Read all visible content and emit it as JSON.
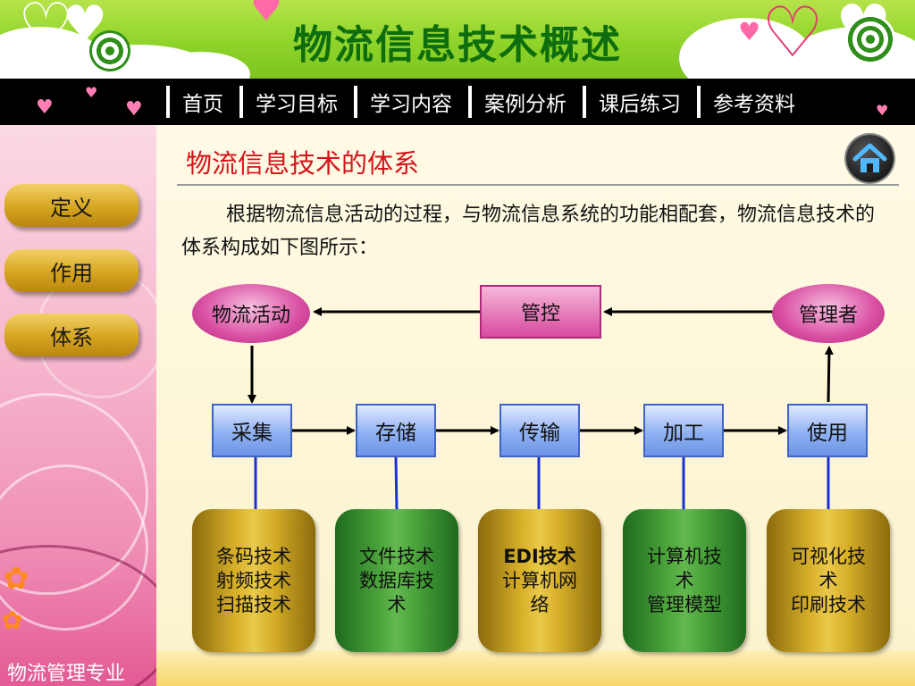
{
  "header": {
    "title": "物流信息技术概述"
  },
  "nav": {
    "items": [
      {
        "label": "首页"
      },
      {
        "label": "学习目标"
      },
      {
        "label": "学习内容"
      },
      {
        "label": "案例分析"
      },
      {
        "label": "课后练习"
      },
      {
        "label": "参考资料"
      }
    ]
  },
  "sidebar": {
    "buttons": [
      {
        "label": "定义"
      },
      {
        "label": "作用"
      },
      {
        "label": "体系"
      }
    ],
    "footer": "物流管理专业"
  },
  "content": {
    "section_title": "物流信息技术的体系",
    "paragraph": "根据物流信息活动的过程，与物流信息系统的功能相配套，物流信息技术的体系构成如下图所示：",
    "home_icon": "home-icon"
  },
  "diagram": {
    "logistics_activity": "物流活动",
    "control": "管控",
    "manager": "管理者",
    "steps": [
      "采集",
      "存储",
      "传输",
      "加工",
      "使用"
    ],
    "techs": [
      {
        "lines": [
          "条码技术",
          "射频技术",
          "扫描技术"
        ]
      },
      {
        "lines": [
          "文件技术",
          "数据库技",
          "术"
        ]
      },
      {
        "lines": [
          "EDI技术",
          "计算机网",
          "络"
        ]
      },
      {
        "lines": [
          "计算机技",
          "术",
          "管理模型"
        ]
      },
      {
        "lines": [
          "可视化技",
          "术",
          "印刷技术"
        ]
      }
    ]
  },
  "colors": {
    "title": "#0e6d0e",
    "section_title": "#d4141c",
    "nav_bg": "#000000",
    "oval": "#d94ea2",
    "step": "#8fb1f2",
    "tech_gold": "#d8b02a",
    "tech_green": "#4aa33a"
  }
}
